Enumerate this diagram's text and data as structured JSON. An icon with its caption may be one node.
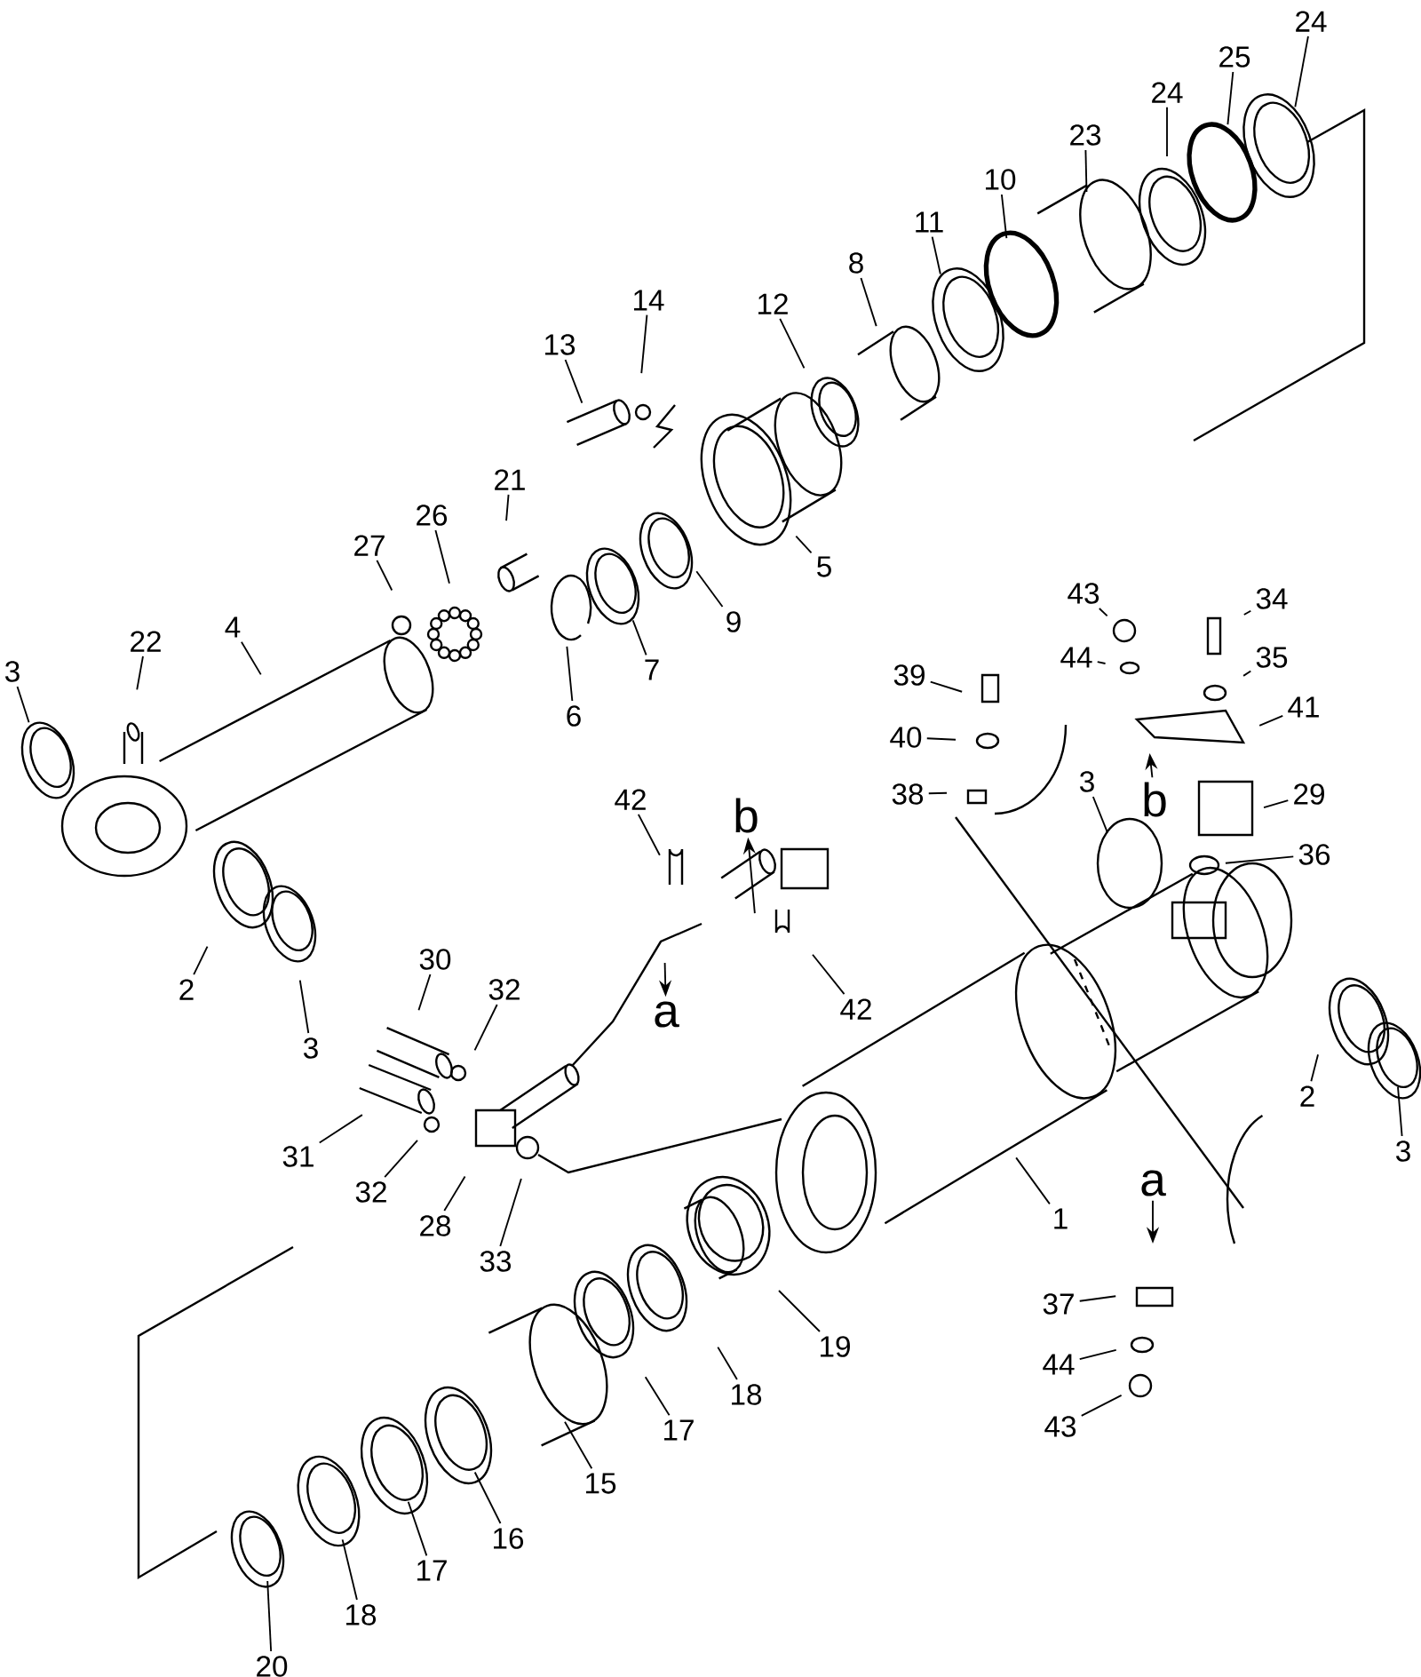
{
  "diagram": {
    "nodes": [
      {
        "text": [
          "24"
        ]
      },
      {
        "text": [
          "25"
        ]
      },
      {
        "text": [
          "24"
        ]
      },
      {
        "text": [
          "23"
        ]
      },
      {
        "text": [
          "10"
        ]
      },
      {
        "text": [
          "11"
        ]
      },
      {
        "text": [
          "8"
        ]
      },
      {
        "text": [
          "12"
        ]
      },
      {
        "text": [
          "14"
        ]
      },
      {
        "text": [
          "13"
        ]
      },
      {
        "text": [
          "5"
        ]
      },
      {
        "text": [
          "9"
        ]
      },
      {
        "text": [
          "7"
        ]
      },
      {
        "text": [
          "6"
        ]
      },
      {
        "text": [
          "21"
        ]
      },
      {
        "text": [
          "26"
        ]
      },
      {
        "text": [
          "27"
        ]
      },
      {
        "text": [
          "4"
        ]
      },
      {
        "text": [
          "22"
        ]
      },
      {
        "text": [
          "3"
        ]
      },
      {
        "text": [
          "2"
        ]
      },
      {
        "text": [
          "3"
        ]
      },
      {
        "text": [
          "30"
        ]
      },
      {
        "text": [
          "32"
        ]
      },
      {
        "text": [
          "31"
        ]
      },
      {
        "text": [
          "32"
        ]
      },
      {
        "text": [
          "28"
        ]
      },
      {
        "text": [
          "33"
        ]
      },
      {
        "text": [
          "42"
        ]
      },
      {
        "text": [
          "42"
        ]
      },
      {
        "text": [
          "b"
        ]
      },
      {
        "text": [
          "a"
        ]
      },
      {
        "text": [
          "43"
        ]
      },
      {
        "text": [
          "44"
        ]
      },
      {
        "text": [
          "39"
        ]
      },
      {
        "text": [
          "34"
        ]
      },
      {
        "text": [
          "35"
        ]
      },
      {
        "text": [
          "41"
        ]
      },
      {
        "text": [
          "40"
        ]
      },
      {
        "text": [
          "38"
        ]
      },
      {
        "text": [
          "b"
        ]
      },
      {
        "text": [
          "29"
        ]
      },
      {
        "text": [
          "3"
        ]
      },
      {
        "text": [
          "36"
        ]
      },
      {
        "text": [
          "1"
        ]
      },
      {
        "text": [
          "2"
        ]
      },
      {
        "text": [
          "3"
        ]
      },
      {
        "text": [
          "a"
        ]
      },
      {
        "text": [
          "37"
        ]
      },
      {
        "text": [
          "44"
        ]
      },
      {
        "text": [
          "43"
        ]
      },
      {
        "text": [
          "19"
        ]
      },
      {
        "text": [
          "18"
        ]
      },
      {
        "text": [
          "17"
        ]
      },
      {
        "text": [
          "15"
        ]
      },
      {
        "text": [
          "16"
        ]
      },
      {
        "text": [
          "17"
        ]
      },
      {
        "text": [
          "18"
        ]
      },
      {
        "text": [
          "20"
        ]
      }
    ],
    "edges": [
      {
        "from": 0,
        "to": null,
        "arrow": "none"
      },
      {
        "from": 1,
        "to": null,
        "arrow": "none"
      },
      {
        "from": 2,
        "to": null,
        "arrow": "none"
      },
      {
        "from": 3,
        "to": null,
        "arrow": "none"
      },
      {
        "from": 4,
        "to": null,
        "arrow": "none"
      },
      {
        "from": 5,
        "to": null,
        "arrow": "none"
      },
      {
        "from": 6,
        "to": null,
        "arrow": "none"
      },
      {
        "from": 7,
        "to": null,
        "arrow": "none"
      },
      {
        "from": 8,
        "to": null,
        "arrow": "none"
      },
      {
        "from": 9,
        "to": null,
        "arrow": "none"
      },
      {
        "from": 10,
        "to": null,
        "arrow": "none"
      },
      {
        "from": 11,
        "to": null,
        "arrow": "none"
      },
      {
        "from": 12,
        "to": null,
        "arrow": "none"
      },
      {
        "from": 13,
        "to": null,
        "arrow": "none"
      },
      {
        "from": 14,
        "to": null,
        "arrow": "none"
      },
      {
        "from": 15,
        "to": null,
        "arrow": "none"
      },
      {
        "from": 16,
        "to": null,
        "arrow": "none"
      },
      {
        "from": 17,
        "to": null,
        "arrow": "none"
      },
      {
        "from": 18,
        "to": null,
        "arrow": "none"
      },
      {
        "from": 19,
        "to": null,
        "arrow": "none"
      },
      {
        "from": 20,
        "to": null,
        "arrow": "none"
      },
      {
        "from": 21,
        "to": null,
        "arrow": "none"
      },
      {
        "from": 22,
        "to": null,
        "arrow": "none"
      },
      {
        "from": 23,
        "to": null,
        "arrow": "none"
      },
      {
        "from": 24,
        "to": null,
        "arrow": "none"
      },
      {
        "from": 25,
        "to": null,
        "arrow": "none"
      },
      {
        "from": 26,
        "to": null,
        "arrow": "none"
      },
      {
        "from": 27,
        "to": null,
        "arrow": "none"
      },
      {
        "from": 28,
        "to": null,
        "arrow": "none"
      },
      {
        "from": 29,
        "to": null,
        "arrow": "none"
      },
      {
        "from": null,
        "to": 30,
        "arrow": "to"
      },
      {
        "from": null,
        "to": 31,
        "arrow": "to"
      },
      {
        "from": 32,
        "to": null,
        "arrow": "none"
      },
      {
        "from": 33,
        "to": null,
        "arrow": "none"
      },
      {
        "from": 34,
        "to": null,
        "arrow": "none"
      },
      {
        "from": 35,
        "to": null,
        "arrow": "none"
      },
      {
        "from": 36,
        "to": null,
        "arrow": "none"
      },
      {
        "from": 37,
        "to": null,
        "arrow": "none"
      },
      {
        "from": 38,
        "to": null,
        "arrow": "none"
      },
      {
        "from": 39,
        "to": null,
        "arrow": "none"
      },
      {
        "from": 40,
        "to": null,
        "arrow": "to"
      },
      {
        "from": 41,
        "to": null,
        "arrow": "none"
      },
      {
        "from": 42,
        "to": null,
        "arrow": "none"
      },
      {
        "from": 43,
        "to": null,
        "arrow": "none"
      },
      {
        "from": 44,
        "to": null,
        "arrow": "none"
      },
      {
        "from": 45,
        "to": null,
        "arrow": "none"
      },
      {
        "from": 46,
        "to": null,
        "arrow": "none"
      },
      {
        "from": 47,
        "to": null,
        "arrow": "to"
      },
      {
        "from": 48,
        "to": null,
        "arrow": "none"
      },
      {
        "from": 49,
        "to": null,
        "arrow": "none"
      },
      {
        "from": 50,
        "to": null,
        "arrow": "none"
      },
      {
        "from": 51,
        "to": null,
        "arrow": "none"
      },
      {
        "from": 52,
        "to": null,
        "arrow": "none"
      },
      {
        "from": 53,
        "to": null,
        "arrow": "none"
      },
      {
        "from": 54,
        "to": null,
        "arrow": "none"
      },
      {
        "from": 55,
        "to": null,
        "arrow": "none"
      },
      {
        "from": 56,
        "to": null,
        "arrow": "none"
      },
      {
        "from": 57,
        "to": null,
        "arrow": "none"
      },
      {
        "from": 58,
        "to": null,
        "arrow": "none"
      }
    ]
  }
}
